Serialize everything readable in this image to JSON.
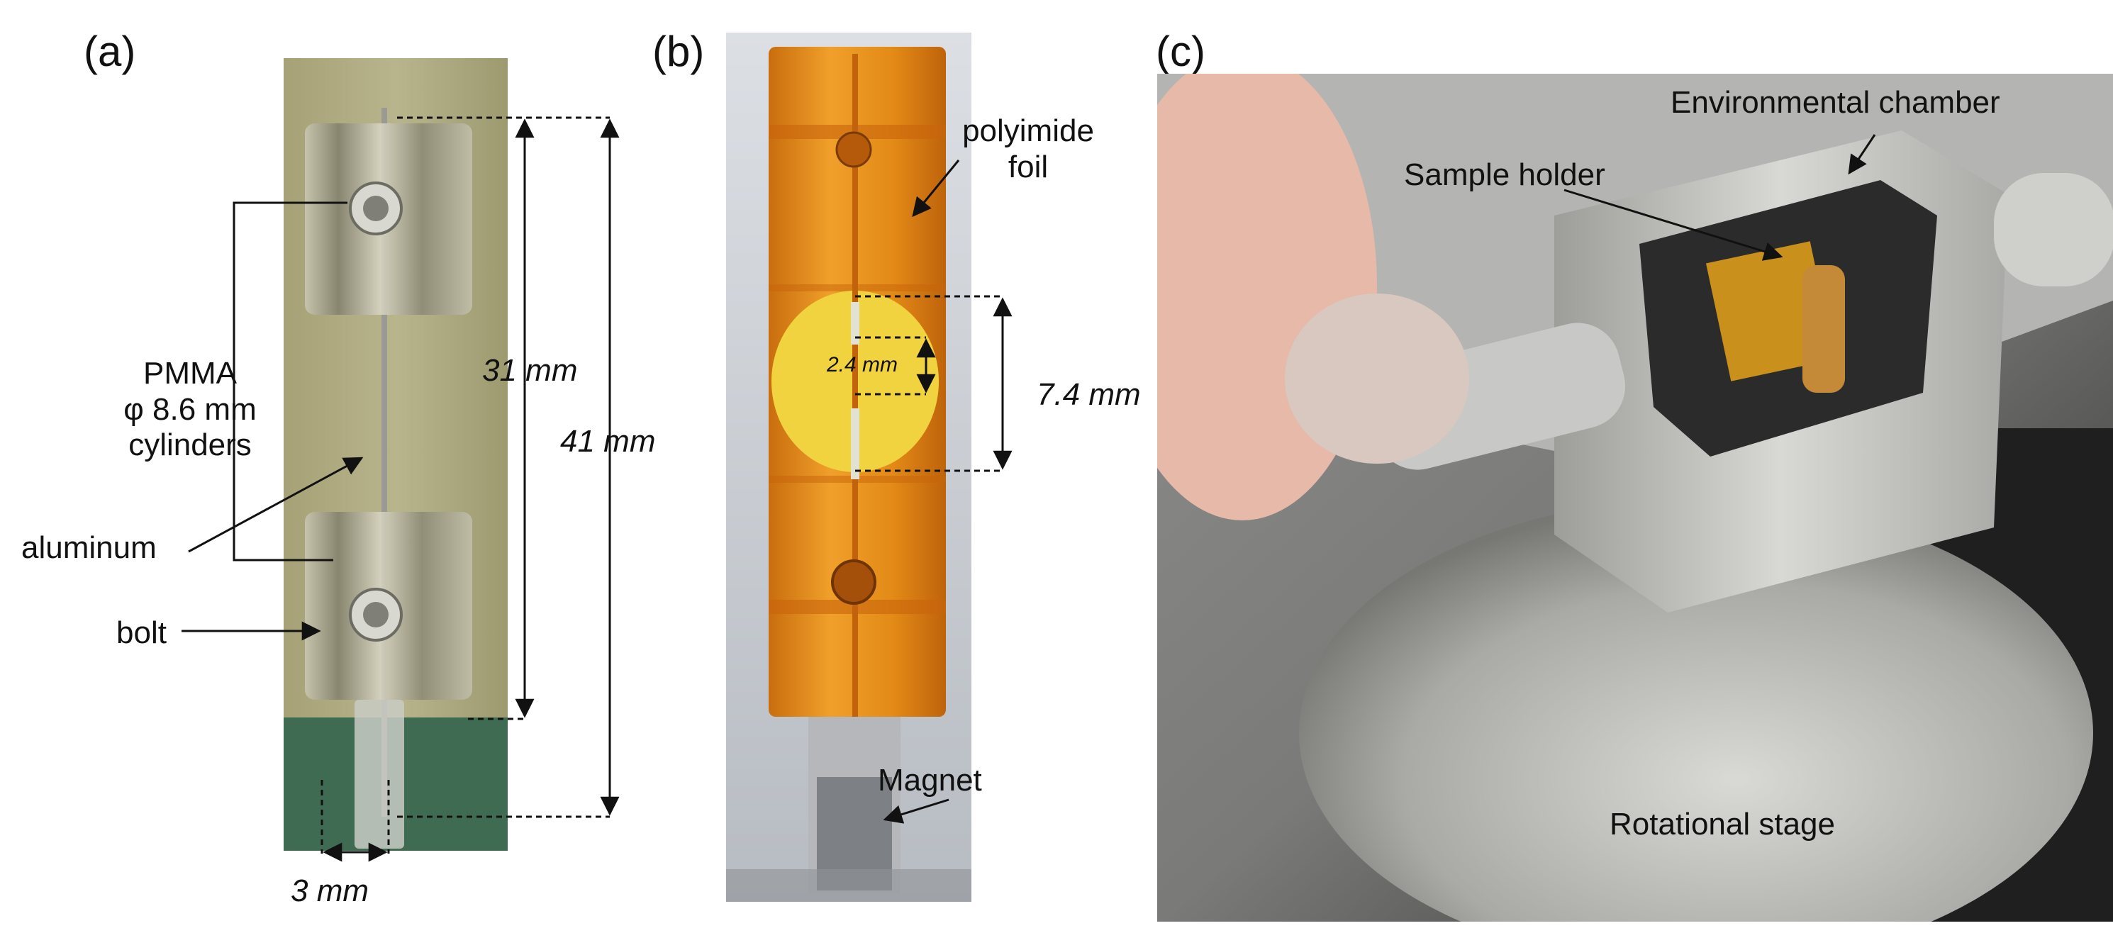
{
  "panels": {
    "a": {
      "label": "(a)",
      "pmma_label": [
        "PMMA",
        "φ 8.6 mm",
        "cylinders"
      ],
      "aluminum_label": "aluminum",
      "bolt_label": "bolt",
      "dim_31": "31 mm",
      "dim_41": "41 mm",
      "dim_3": "3 mm"
    },
    "b": {
      "label": "(b)",
      "polyimide_label": [
        "polyimide",
        "foil"
      ],
      "dim_2_4": "2.4 mm",
      "dim_7_4": "7.4 mm",
      "magnet_label": "Magnet"
    },
    "c": {
      "label": "(c)",
      "env_chamber_label": "Environmental chamber",
      "sample_holder_label": "Sample holder",
      "rotational_stage_label": "Rotational stage"
    }
  },
  "colors": {
    "background": "#ffffff",
    "text": "#111111",
    "photo_a_bg": "#aaa57a",
    "photo_a_green": "#3f6b52",
    "photo_b_tape": "#e08a1a",
    "photo_b_yellow": "#f1d23f",
    "photo_c_metal": "#b9b9b6"
  }
}
